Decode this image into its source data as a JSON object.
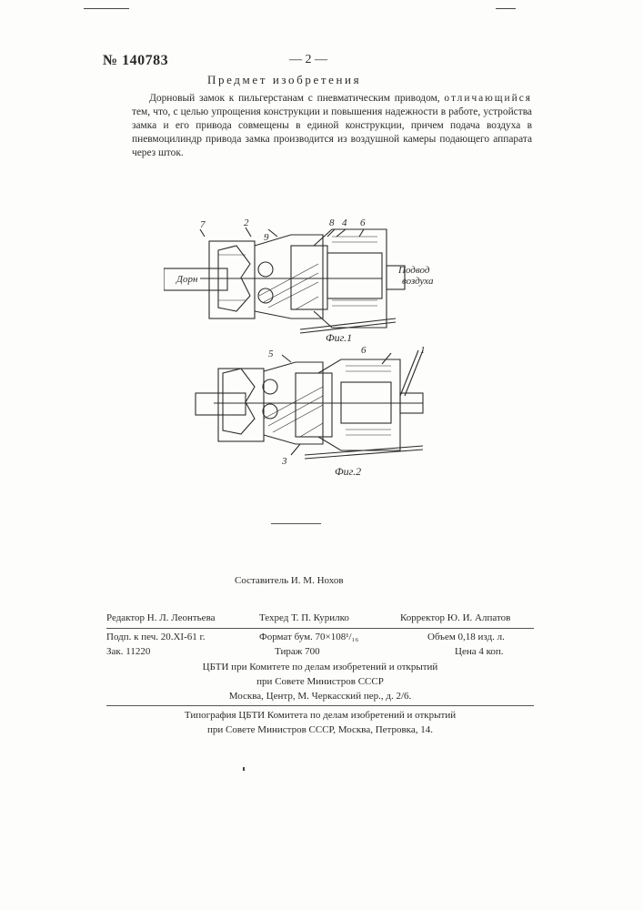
{
  "header": {
    "patent_number": "№ 140783",
    "page_number": "— 2 —",
    "section_title": "Предмет изобретения"
  },
  "claim": {
    "part1": "Дорновый замок к пильгерстанам с пневматическим приводом, ",
    "spaced": "отличающийся",
    "part2": " тем, что, с целью упрощения конструкции и повышения надежности в работе, устройства замка и его привода совмещены в единой конструкции, причем подача воздуха в пневмоцилиндр привода замка производится из воздушной камеры подающего аппарата через шток."
  },
  "figures": {
    "fig1_caption": "Фиг.1",
    "fig2_caption": "Фиг.2",
    "fig1_labels": {
      "l7": "7",
      "l2": "2",
      "l8": "8",
      "l4": "4",
      "l6": "6",
      "l9": "9",
      "dorn": "Дорн",
      "air_line1": "Подвод",
      "air_line2": "воздуха"
    },
    "fig2_labels": {
      "l5": "5",
      "l6": "6",
      "l1": "1",
      "l3": "3"
    }
  },
  "footer": {
    "compiler": "Составитель И. М. Нохов",
    "editor": "Редактор Н. Л. Леонтьева",
    "techred": "Техред Т. П. Курилко",
    "corrector": "Корректор Ю. И. Алпатов",
    "signed": "Подп. к печ. 20.XI-61 г.",
    "format": "Формат бум. 70×108¹/₁₆",
    "volume": "Объем 0,18 изд. л.",
    "order": "Зак. 11220",
    "run": "Тираж 700",
    "price": "Цена 4 коп.",
    "org_line1": "ЦБТИ при Комитете по делам изобретений и открытий",
    "org_line2": "при Совете Министров СССР",
    "org_line3": "Москва, Центр, М. Черкасский пер., д. 2/6.",
    "print_line1": "Типография ЦБТИ Комитета по делам изобретений и открытий",
    "print_line2": "при Совете Министров СССР, Москва, Петровка, 14."
  }
}
